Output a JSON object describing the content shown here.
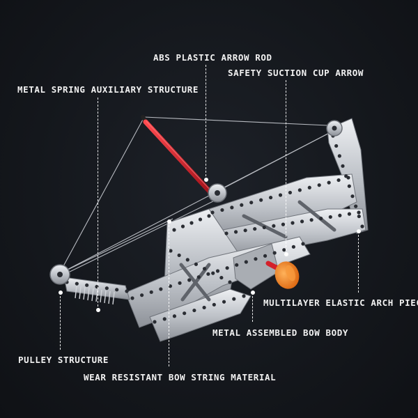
{
  "labels": {
    "abs_arrow_rod": "ABS PLASTIC ARROW ROD",
    "safety_suction_cup_arrow": "SAFETY SUCTION CUP ARROW",
    "metal_spring_auxiliary": "METAL SPRING AUXILIARY STRUCTURE",
    "multilayer_elastic_arch": "MULTILAYER ELASTIC ARCH PIECE",
    "metal_assembled_bow_body": "METAL ASSEMBLED BOW BODY",
    "pulley_structure": "PULLEY STRUCTURE",
    "wear_resistant_string": "WEAR RESISTANT BOW STRING MATERIAL"
  },
  "colors": {
    "background": "#14171c",
    "metal": "#c9ccd1",
    "arrow_rod": "#d4202a",
    "suction_cup": "#f07a10",
    "string": "#b9bcc2",
    "label_text": "#f2f2f2"
  }
}
